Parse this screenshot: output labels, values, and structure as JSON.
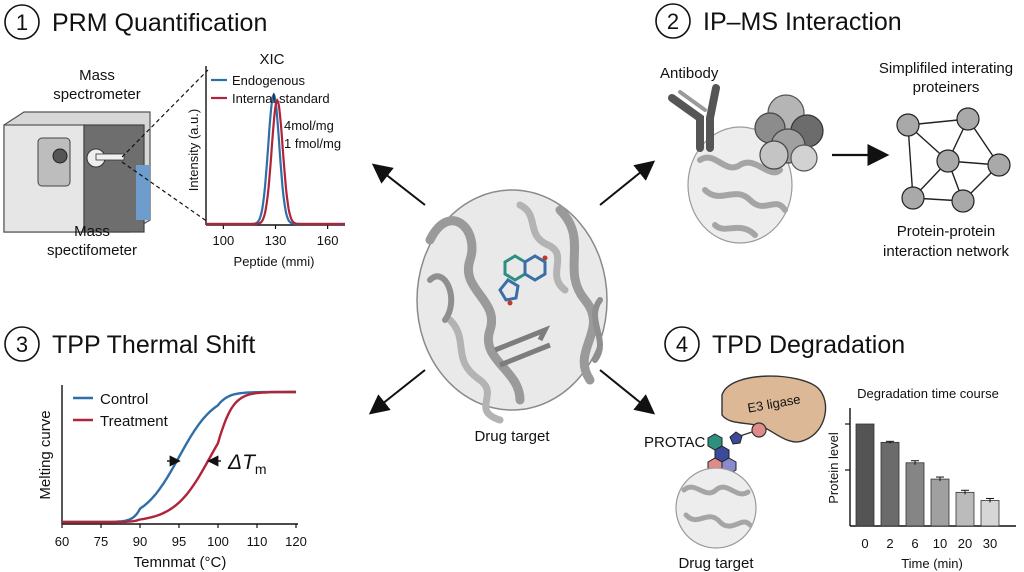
{
  "panels": {
    "p1": {
      "number": "1",
      "title": "PRM Quantification"
    },
    "p2": {
      "number": "2",
      "title": "IP–MS Interaction"
    },
    "p3": {
      "number": "3",
      "title": "TPP Thermal Shift"
    },
    "p4": {
      "number": "4",
      "title": "TPD Degradation"
    }
  },
  "center": {
    "label": "Drug target"
  },
  "prm": {
    "mass_spec_label_top": [
      "Mass",
      "spectrometer"
    ],
    "mass_spec_label_bottom": [
      "Mass",
      "spectifometer"
    ],
    "xic_title": "XIC",
    "ylabel": "Intensity (a.u.)",
    "xlabel": "Peptide (mmi)",
    "xticks": [
      "100",
      "130",
      "160"
    ],
    "legend": [
      {
        "name": "Endogenous",
        "color": "#2f6fa8"
      },
      {
        "name": "Internal standard",
        "color": "#b0243a"
      }
    ],
    "annotations": [
      "4mol/mg",
      "1 fmol/mg"
    ]
  },
  "ipms": {
    "antibody_label": "Antibody",
    "network_top_label": [
      "Simplifiled interating",
      "proteiners"
    ],
    "network_bottom_label": [
      "Protein-protein",
      "interaction network"
    ]
  },
  "tpp": {
    "ylabel": "Melting curve",
    "xlabel": "Temnmat (°C)",
    "xticks": [
      "60",
      "75",
      "90",
      "95",
      "100",
      "110",
      "120"
    ],
    "legend": [
      {
        "name": "Control",
        "color": "#2f6fa8"
      },
      {
        "name": "Treatment",
        "color": "#b0243a"
      }
    ],
    "delta_label": "ΔT",
    "delta_sub": "m"
  },
  "tpd": {
    "protac_label": "PROTAC",
    "e3_label": "E3 ligase",
    "drug_target_label": "Drug target"
  },
  "colors": {
    "control": "#2f6fa8",
    "treatment": "#b0243a",
    "protein": "#a9a9a9",
    "e3": "#dcb896"
  },
  "chart_data": [
    {
      "type": "line",
      "title": "XIC",
      "xlabel": "Peptide (mmi)",
      "ylabel": "Intensity (a.u.)",
      "xlim": [
        90,
        170
      ],
      "xticks": [
        100,
        130,
        160
      ],
      "series": [
        {
          "name": "Endogenous",
          "peak_x": 129,
          "peak_height": 0.93
        },
        {
          "name": "Internal standard",
          "peak_x": 131,
          "peak_height": 0.89
        }
      ]
    },
    {
      "type": "line",
      "xlabel": "Temnmat (°C)",
      "ylabel": "Melting curve",
      "xlim": [
        60,
        120
      ],
      "series": [
        {
          "name": "Control",
          "tm": 95
        },
        {
          "name": "Treatment",
          "tm": 99
        }
      ]
    },
    {
      "type": "bar",
      "title": "Degradation time course",
      "xlabel": "Time (min)",
      "ylabel": "Protein level",
      "categories": [
        "0",
        "2",
        "6",
        "10",
        "20",
        "30"
      ],
      "values": [
        1.0,
        0.82,
        0.62,
        0.46,
        0.33,
        0.25
      ],
      "errors": [
        0.0,
        0.01,
        0.02,
        0.02,
        0.02,
        0.02
      ],
      "bar_colors": [
        "#545454",
        "#6b6b6b",
        "#858585",
        "#a0a0a0",
        "#bbbbbb",
        "#d6d6d6"
      ]
    }
  ]
}
